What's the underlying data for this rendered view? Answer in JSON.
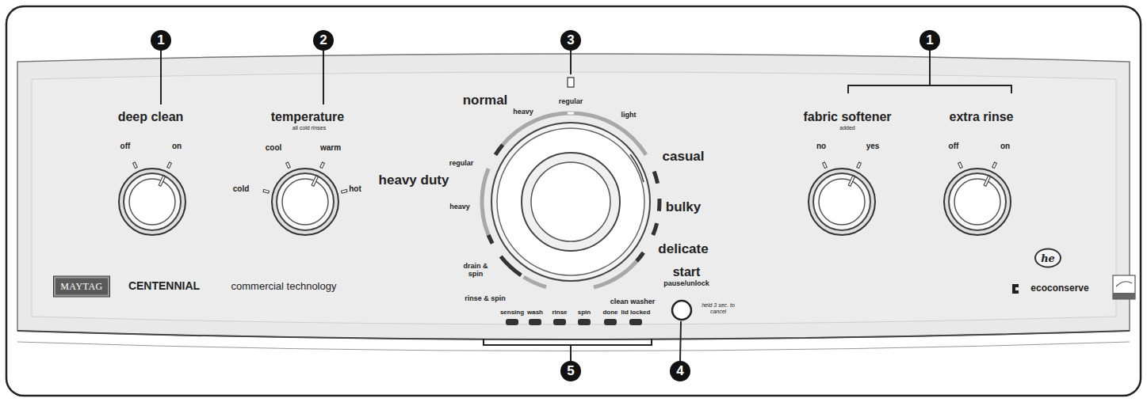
{
  "diagram": {
    "nodes": [
      {
        "text": [
          "MAYTAG"
        ]
      },
      {
        "text": [
          "he"
        ]
      }
    ],
    "labels": [
      "1",
      "2",
      "3",
      "1",
      "4",
      "5",
      "deep clean",
      "off",
      "on",
      "temperature",
      "all cold rinses",
      "cold",
      "cool",
      "warm",
      "hot",
      "normal",
      "heavy",
      "regular",
      "light",
      "casual",
      "bulky",
      "delicate",
      "heavy duty",
      "regular",
      "heavy",
      "drain & spin",
      "rinse & spin",
      "clean washer",
      "start",
      "pause/unlock",
      "held 3 sec. to cancel",
      "sensing",
      "wash",
      "rinse",
      "spin",
      "done",
      "lid locked",
      "fabric softener",
      "added",
      "no",
      "yes",
      "extra rinse",
      "off",
      "on",
      "CENTENNIAL",
      "commercial technology",
      "ecoconserve"
    ]
  }
}
